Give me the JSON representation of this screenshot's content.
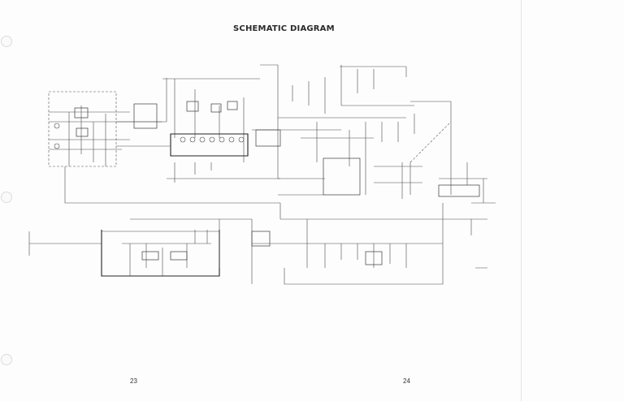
{
  "title": "SCHEMATIC DIAGRAM",
  "page_numbers": {
    "left": "23",
    "right": "24"
  },
  "schematic": {
    "subject": "electronic circuit schematic",
    "line_color": "#4a4a4a"
  }
}
